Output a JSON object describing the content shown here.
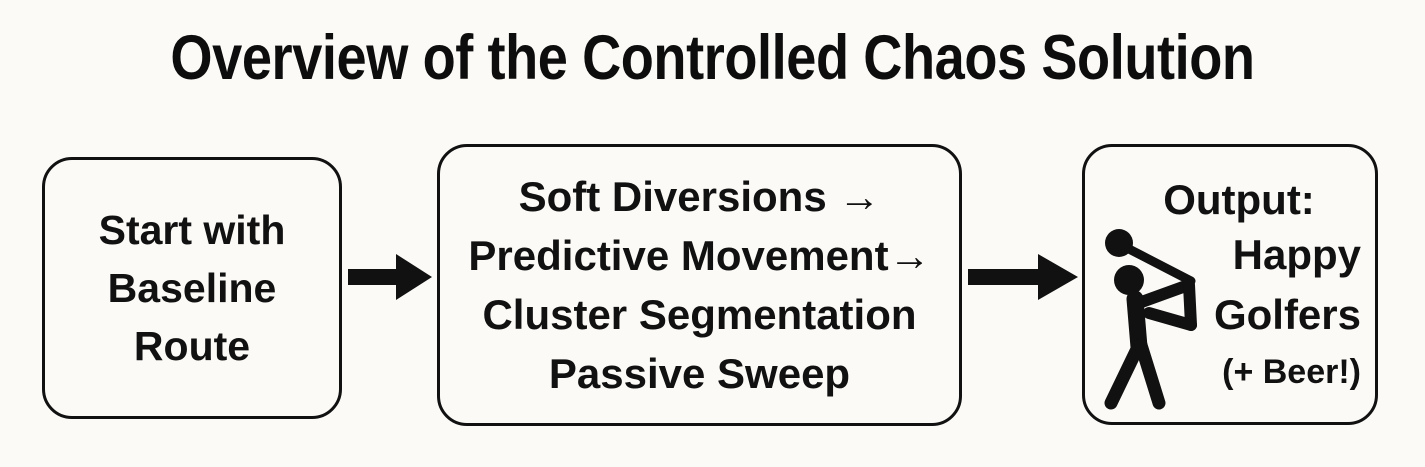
{
  "title": "Overview of the Controlled Chaos Solution",
  "colors": {
    "background": "#fbfaf7",
    "ink": "#111111",
    "border": "#111111"
  },
  "nodes": [
    {
      "id": "start",
      "name": "start-node",
      "lines": [
        "Start with",
        "Baseline",
        "Route"
      ]
    },
    {
      "id": "process",
      "name": "process-node",
      "lines": [
        "Soft Diversions →",
        "Predictive Movement→",
        "Cluster Segmentation",
        "Passive Sweep"
      ]
    },
    {
      "id": "output",
      "name": "output-node",
      "title": "Output:",
      "lines": [
        "Happy",
        "Golfers"
      ],
      "note": "(+ Beer!)",
      "icon": "golfer-icon"
    }
  ],
  "connectors": [
    {
      "id": "connector-1",
      "name": "arrow-start-to-process",
      "glyph": "arrow-right-icon"
    },
    {
      "id": "connector-2",
      "name": "arrow-process-to-output",
      "glyph": "arrow-right-icon"
    }
  ]
}
